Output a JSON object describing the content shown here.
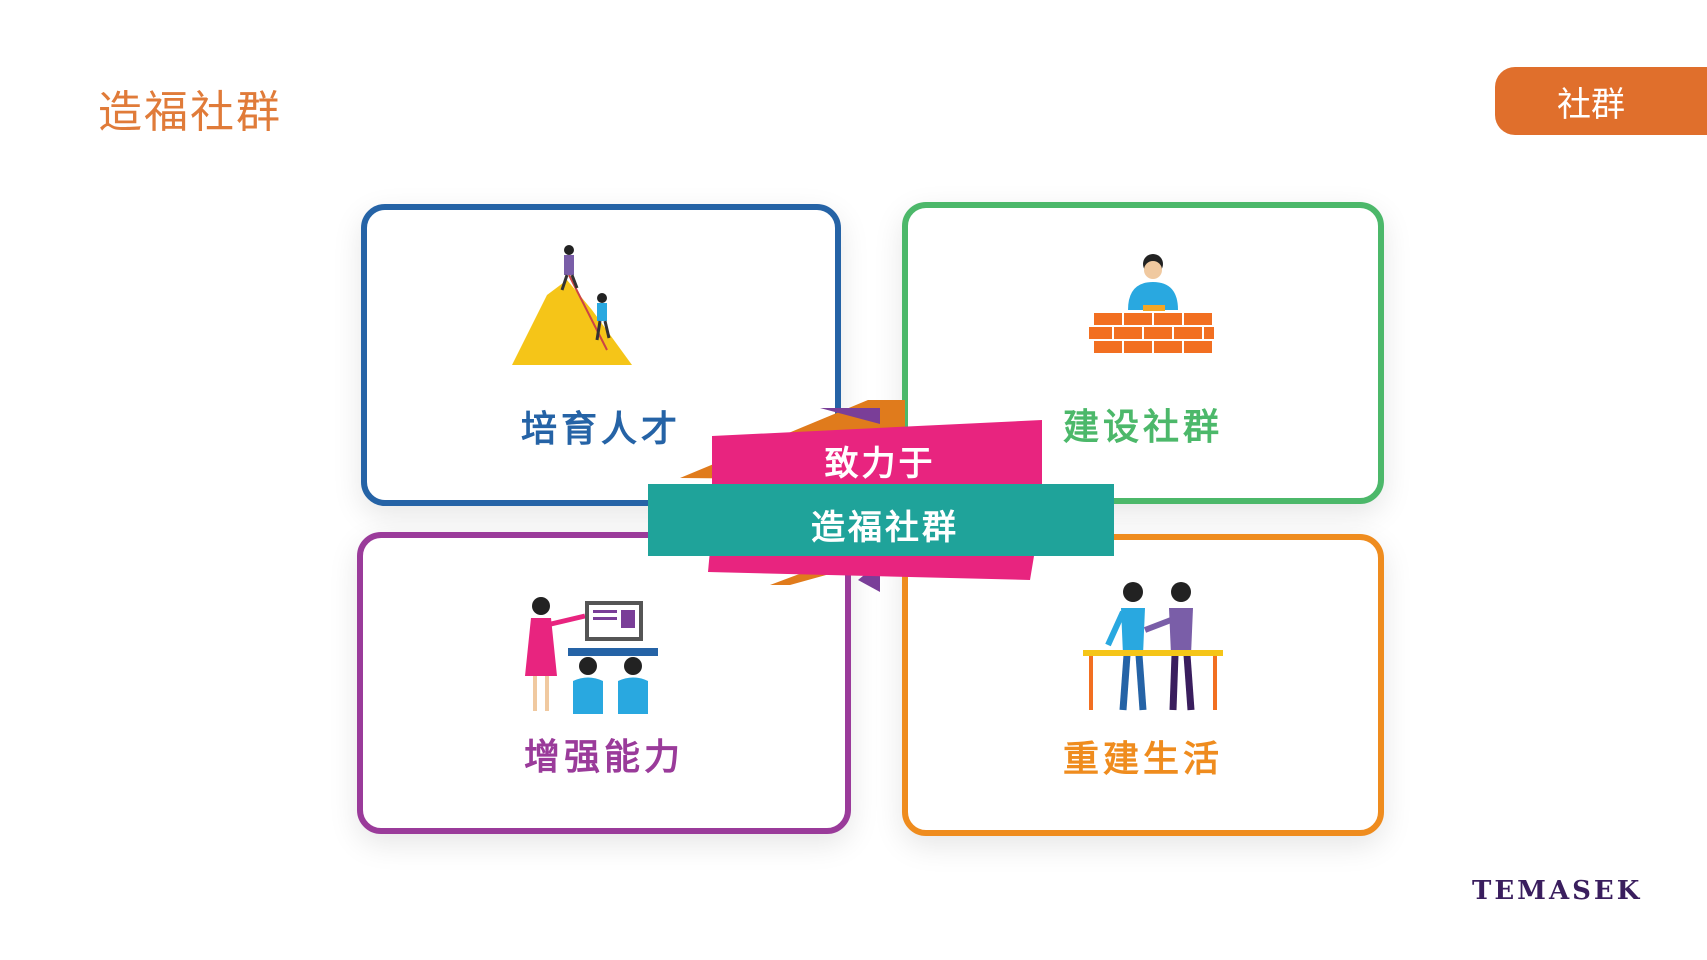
{
  "header": {
    "title": "造福社群",
    "tag": "社群"
  },
  "cards": [
    {
      "label": "培育人才",
      "color": "#2563a6",
      "icon": "mountain-climbers-icon"
    },
    {
      "label": "建设社群",
      "color": "#4cb86a",
      "icon": "bricklayer-icon"
    },
    {
      "label": "增强能力",
      "color": "#9a3b9a",
      "icon": "teacher-classroom-icon"
    },
    {
      "label": "重建生活",
      "color": "#ef8c1e",
      "icon": "helping-people-icon"
    }
  ],
  "banner": {
    "top_text": "致力于",
    "main_text": "造福社群"
  },
  "footer": {
    "logo": "TEMASEK"
  },
  "colors": {
    "accent": "#e07b39",
    "pink": "#e8247f",
    "teal": "#1fa39a",
    "orange": "#e07b1c",
    "purple": "#7a3e98"
  }
}
